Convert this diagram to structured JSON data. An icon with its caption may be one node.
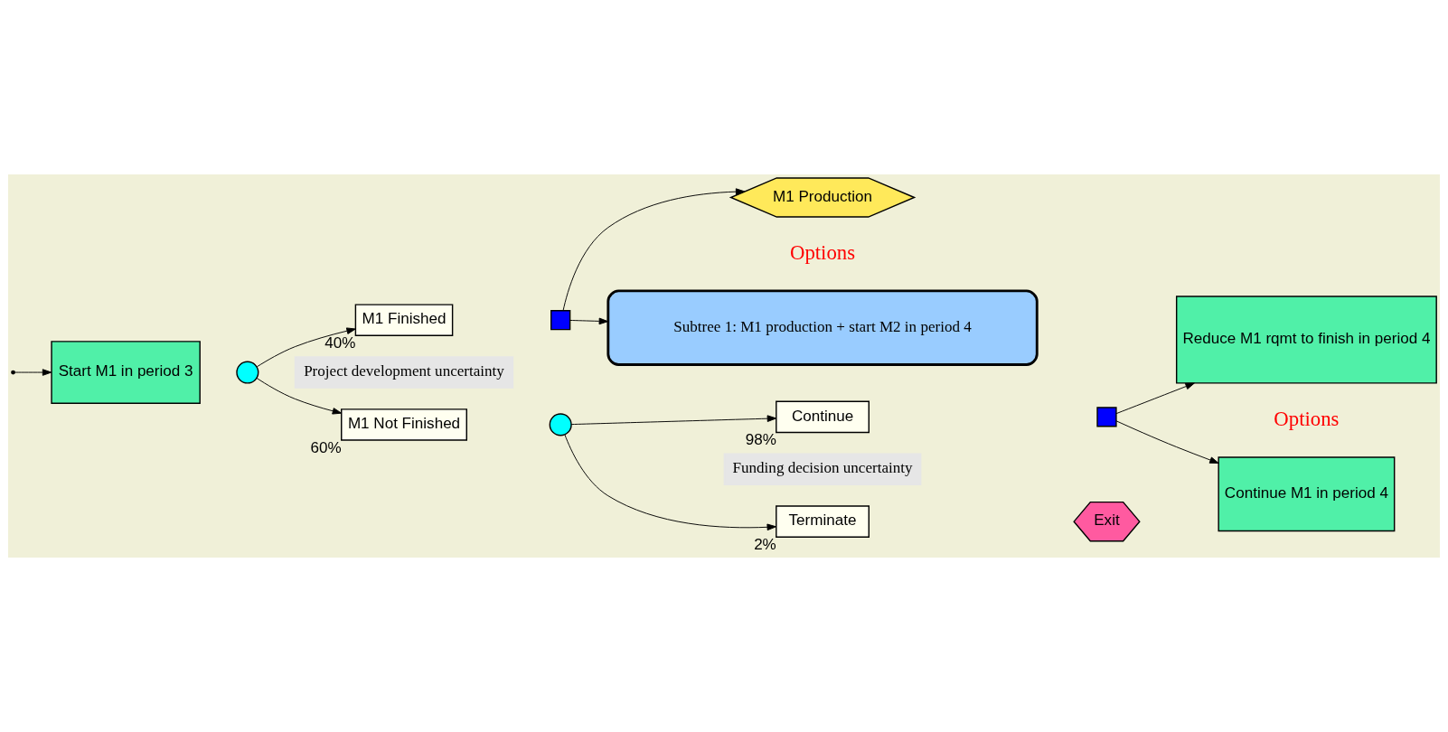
{
  "diagram": {
    "nodes": [
      {
        "text": [
          "Start M1 in period 3"
        ]
      },
      {
        "text": [],
        "shape": "circle"
      },
      {
        "text": [
          "M1 Finished"
        ],
        "beside": [
          "40%"
        ]
      },
      {
        "text": [
          "M1 Not Finished"
        ],
        "beside": [
          "60%"
        ]
      },
      {
        "text": [],
        "shape": "box"
      },
      {
        "text": [
          "M1 Production"
        ]
      },
      {
        "text": [
          "Subtree 1: M1 production + start M2 in period 4"
        ]
      },
      {
        "text": [],
        "shape": "circle"
      },
      {
        "text": [
          "Continue"
        ],
        "beside": [
          "98%"
        ]
      },
      {
        "text": [
          "Terminate"
        ],
        "beside": [
          "2%"
        ]
      },
      {
        "text": [
          "Exit"
        ]
      },
      {
        "text": [],
        "shape": "box"
      },
      {
        "text": [
          "Reduce M1 rqmt to finish in period 4"
        ]
      },
      {
        "text": [
          "Continue M1 in period 4"
        ]
      }
    ],
    "edges": [
      {
        "from": null,
        "to": 0,
        "arrow": "to"
      },
      {
        "from": 1,
        "to": 2,
        "arrow": "to"
      },
      {
        "from": 1,
        "to": 3,
        "arrow": "to"
      },
      {
        "from": 4,
        "to": 5,
        "arrow": "to"
      },
      {
        "from": 4,
        "to": 6,
        "arrow": "to"
      },
      {
        "from": 7,
        "to": 8,
        "arrow": "to"
      },
      {
        "from": 7,
        "to": 9,
        "arrow": "to"
      },
      {
        "from": 11,
        "to": 12,
        "arrow": "to"
      },
      {
        "from": 11,
        "to": 13,
        "arrow": "to"
      }
    ],
    "labels": [
      "Options",
      "Project development uncertainty",
      "Options",
      "Funding decision uncertainty"
    ]
  }
}
